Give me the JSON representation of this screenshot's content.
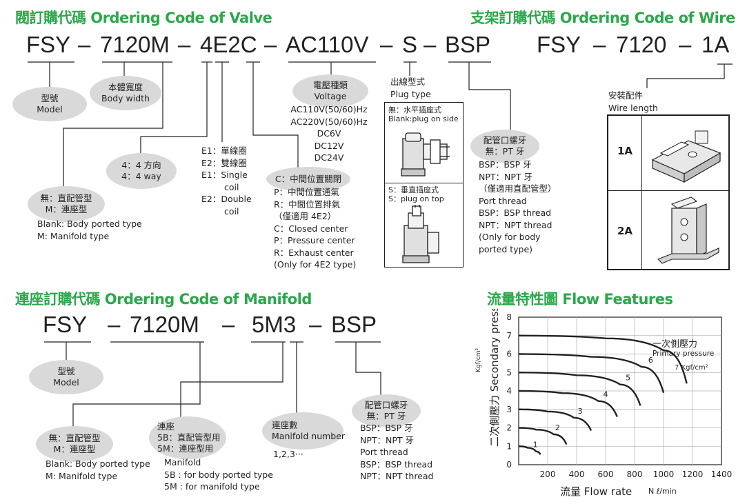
{
  "valve": {
    "heading": "閥訂購代碼 Ordering Code of Valve",
    "code": [
      "FSY",
      "–",
      "7120M",
      "–",
      "4E2C",
      "–",
      "AC110V",
      "–",
      "S",
      "–",
      "BSP"
    ],
    "model_bubble": [
      "型號",
      "Model"
    ],
    "width_bubble": [
      "本體寬度",
      "Body width"
    ],
    "way_bubble": [
      "4：4 方向",
      "4：4 way"
    ],
    "port_bubble": [
      "無：直配管型",
      "M：連座型"
    ],
    "port_notes": [
      "Blank: Body ported type",
      "M: Manifold type"
    ],
    "coil_lines": [
      "E1：單線圈",
      "E2：雙線圈",
      "E1：Single",
      "coil",
      "E2：Double",
      "coil"
    ],
    "center_bubble": [
      "C：中間位置關閉"
    ],
    "center_lines": [
      "P：中間位置通氣",
      "R：中間位置排氣",
      "（僅適用 4E2）",
      "C：Closed center",
      "P：Pressure center",
      "R：Exhaust center",
      "(Only for 4E2 type)"
    ],
    "voltage_bubble": [
      "電壓種類",
      "Voltage"
    ],
    "voltage_lines": [
      "AC110V(50/60)Hz",
      "AC220V(50/60)Hz",
      "DC6V",
      "DC12V",
      "DC24V"
    ],
    "plug_title": [
      "出線型式",
      "Plug type"
    ],
    "plug_side": [
      "無：水平插座式",
      "Blank:plug on side"
    ],
    "plug_top": [
      "S：垂直插座式",
      "S：plug on top"
    ],
    "thread_bubble": [
      "配管口螺牙",
      "無：PT 牙"
    ],
    "thread_lines": [
      "BSP：BSP 牙",
      "NPT：NPT 牙",
      "（僅適用直配管型）",
      "Port thread",
      "BSP：BSP thread",
      "NPT：NPT thread",
      "(Only for body",
      "ported type)"
    ]
  },
  "wire": {
    "heading": "支架訂購代碼 Ordering Code of Wire",
    "code": [
      "FSY",
      "–",
      "7120",
      "–",
      "1A"
    ],
    "title": [
      "安裝配件",
      "Wire length"
    ],
    "rows": [
      "1A",
      "2A"
    ]
  },
  "manifold": {
    "heading": "連座訂購代碼 Ordering Code of Manifold",
    "code": [
      "FSY",
      "–",
      "7120M",
      "–",
      "5M3",
      "–",
      "BSP"
    ],
    "model_bubble": [
      "型號",
      "Model"
    ],
    "port_bubble": [
      "無：直配管型",
      "M：連座型"
    ],
    "port_notes": [
      "Blank: Body ported type",
      "M: Manifold type"
    ],
    "base_bubble": [
      "連座",
      "5B：直配管型用",
      "5M：連座型用"
    ],
    "base_notes": [
      "Manifold",
      "5B : for body ported type",
      "5M : for manifold type"
    ],
    "number_bubble": [
      "連座數",
      "Manifold number"
    ],
    "number_note": "1,2,3···",
    "thread_bubble": [
      "配管口螺牙",
      "無：PT 牙"
    ],
    "thread_lines": [
      "BSP：BSP 牙",
      "NPT：NPT 牙",
      "Port thread",
      "BSP：BSP thread",
      "NPT：NPT thread"
    ]
  },
  "flow": {
    "heading": "流量特性圖 Flow Features",
    "chart_data": {
      "type": "line",
      "xlabel": "流量 Flow rate",
      "xunit": "N ℓ/min",
      "ylabel": "二次側壓力 Secondary pressure",
      "yunit": "Kgf/cm²",
      "xlim": [
        0,
        1400
      ],
      "ylim": [
        0,
        8
      ],
      "xticks": [
        200,
        400,
        600,
        800,
        1000,
        1200,
        1400
      ],
      "yticks": [
        0,
        1,
        2,
        3,
        4,
        5,
        6,
        7,
        8
      ],
      "annotation": [
        "一次側壓力",
        "Primary pressure",
        "7 Kgf/cm²"
      ],
      "series": [
        {
          "name": "1",
          "x": [
            0,
            60,
            120,
            150
          ],
          "y": [
            1.0,
            0.92,
            0.72,
            0.55
          ]
        },
        {
          "name": "2",
          "x": [
            0,
            120,
            240,
            330
          ],
          "y": [
            2.0,
            1.9,
            1.65,
            1.1
          ]
        },
        {
          "name": "3",
          "x": [
            0,
            200,
            380,
            500
          ],
          "y": [
            3.0,
            2.88,
            2.55,
            1.85
          ]
        },
        {
          "name": "4",
          "x": [
            0,
            300,
            550,
            680
          ],
          "y": [
            4.0,
            3.88,
            3.45,
            2.6
          ]
        },
        {
          "name": "5",
          "x": [
            0,
            400,
            700,
            840
          ],
          "y": [
            5.0,
            4.85,
            4.35,
            3.2
          ]
        },
        {
          "name": "6",
          "x": [
            0,
            500,
            850,
            1000
          ],
          "y": [
            6.0,
            5.85,
            5.3,
            3.9
          ]
        },
        {
          "name": "",
          "x": [
            0,
            600,
            1000,
            1160
          ],
          "y": [
            7.0,
            6.85,
            6.2,
            4.4
          ]
        }
      ],
      "curve_labels": [
        "1",
        "2",
        "3",
        "4",
        "5",
        "6"
      ]
    }
  }
}
